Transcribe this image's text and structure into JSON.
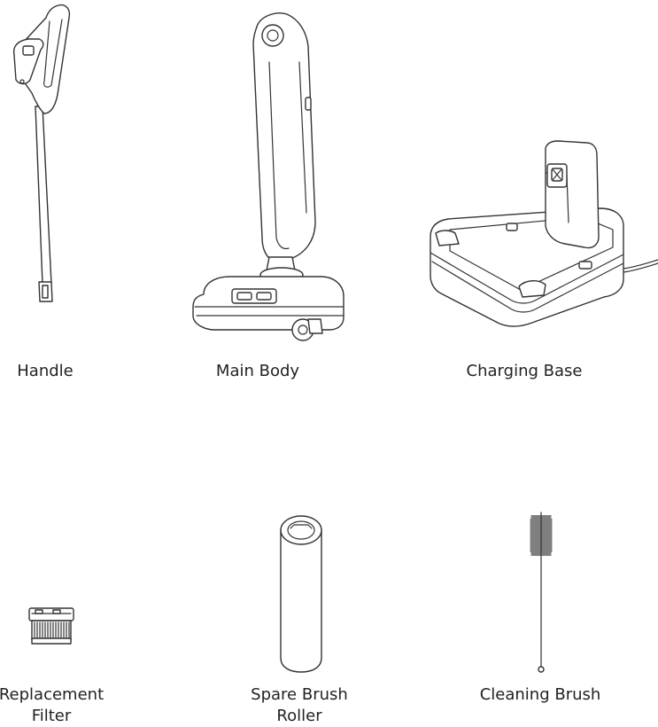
{
  "items": [
    {
      "label": "Handle"
    },
    {
      "label": "Main Body"
    },
    {
      "label": "Charging Base"
    },
    {
      "label_line1": "Replacement",
      "label_line2": "Filter"
    },
    {
      "label_line1": "Spare Brush",
      "label_line2": "Roller"
    },
    {
      "label": "Cleaning Brush"
    }
  ]
}
